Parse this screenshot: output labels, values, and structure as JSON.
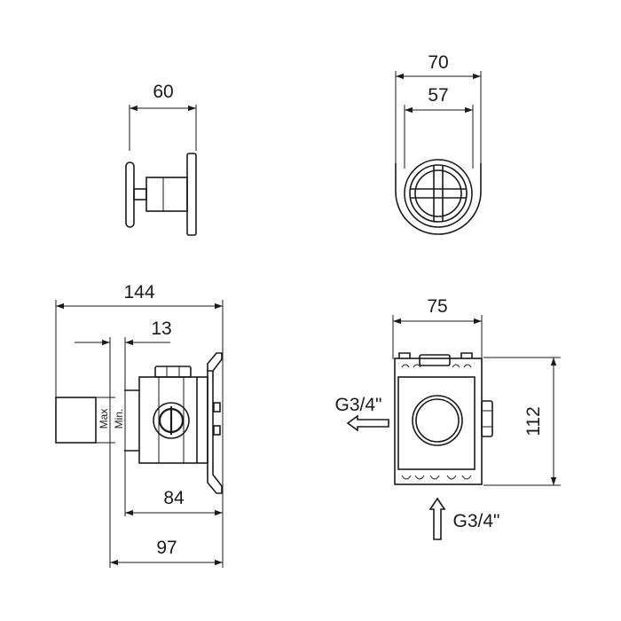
{
  "views": {
    "side_top": {
      "width_label": "60"
    },
    "front_top": {
      "outer_label": "70",
      "inner_label": "57"
    },
    "side_bottom": {
      "overall_label": "144",
      "offset_label": "13",
      "body_label": "84",
      "total_label": "97",
      "max_label": "Max",
      "min_label": "Min."
    },
    "front_bottom": {
      "width_label": "75",
      "height_label": "112",
      "inlet_side_label": "G3/4\"",
      "inlet_bottom_label": "G3/4\""
    }
  },
  "colors": {
    "line": "#1a1a1a",
    "background": "#ffffff"
  }
}
